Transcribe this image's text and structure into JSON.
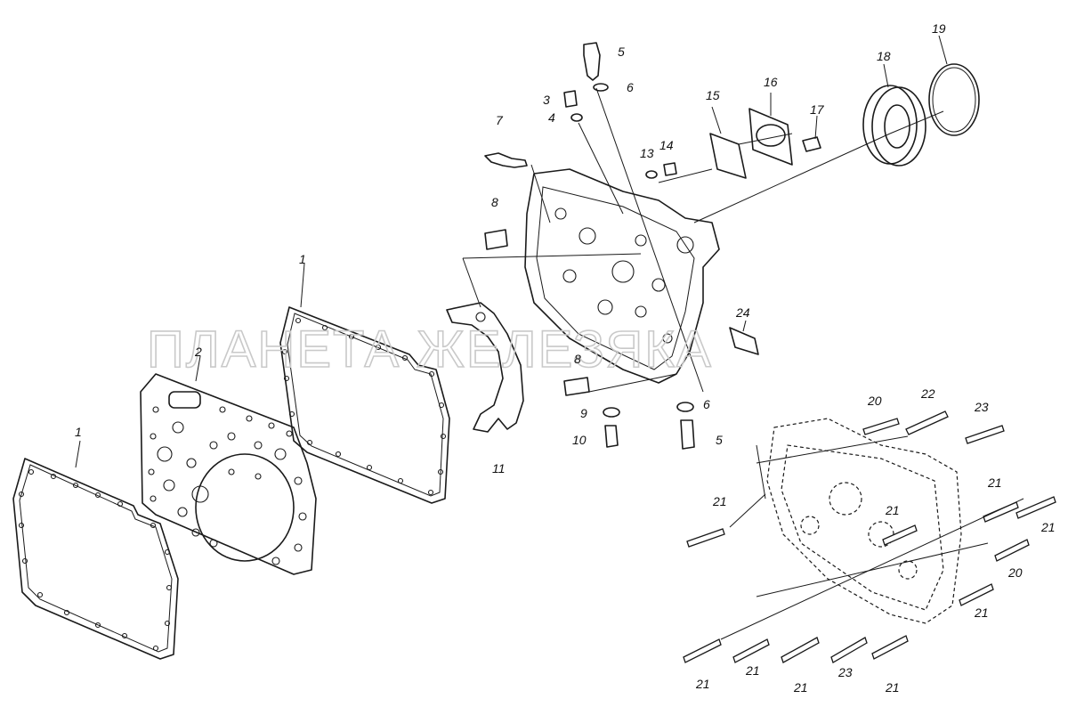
{
  "watermark": "ПЛАНЕТА ЖЕЛЕЗЯКА",
  "callouts": {
    "c1a": "1",
    "c1b": "1",
    "c2": "2",
    "c3": "3",
    "c4": "4",
    "c5a": "5",
    "c5b": "5",
    "c6a": "6",
    "c6b": "6",
    "c7": "7",
    "c8a": "8",
    "c8b": "8",
    "c9": "9",
    "c10": "10",
    "c11": "11",
    "c13": "13",
    "c14": "14",
    "c15": "15",
    "c16": "16",
    "c17": "17",
    "c18": "18",
    "c19": "19",
    "c20a": "20",
    "c20b": "20",
    "c22": "22",
    "c23a": "23",
    "c23b": "23",
    "c24": "24",
    "c21a": "21",
    "c21b": "21",
    "c21c": "21",
    "c21d": "21",
    "c21e": "21",
    "c21f": "21",
    "c21g": "21",
    "c21h": "21",
    "c21i": "21"
  }
}
